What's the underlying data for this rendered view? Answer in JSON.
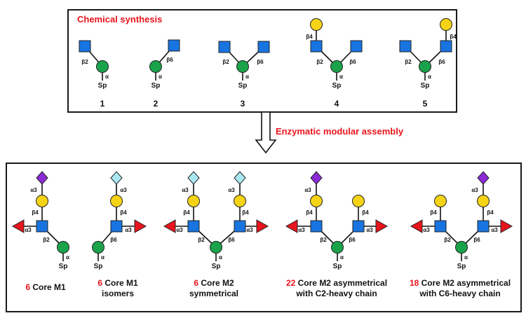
{
  "chemical_title": "Chemical synthesis",
  "enzymatic_title": "Enzymatic modular assembly",
  "linkage": {
    "alpha": "α",
    "alpha3": "α3",
    "beta2": "β2",
    "beta4": "β4",
    "beta6": "β6",
    "spacer": "Sp"
  },
  "compounds": [
    "1",
    "2",
    "3",
    "4",
    "5"
  ],
  "captions": [
    {
      "count": "6",
      "line1": "Core M1",
      "line2": ""
    },
    {
      "count": "6",
      "line1": "Core M1",
      "line2": "isomers"
    },
    {
      "count": "6",
      "line1": "Core M2",
      "line2": "symmetrical"
    },
    {
      "count": "22",
      "line1": "Core M2 asymmetrical",
      "line2": "with C2-heavy chain"
    },
    {
      "count": "18",
      "line1": "Core M2 asymmetrical",
      "line2": "with C6-heavy chain"
    }
  ],
  "colors": {
    "red_text": "#e8141b",
    "glcnac_blue": "#1874e0",
    "mannose_green": "#1aa34a",
    "galactose_yellow": "#f5d315",
    "fucose_red": "#e8141b",
    "neu5ac_purple": "#8c2bd6",
    "neu5gc_cyan": "#a9e8f2"
  }
}
